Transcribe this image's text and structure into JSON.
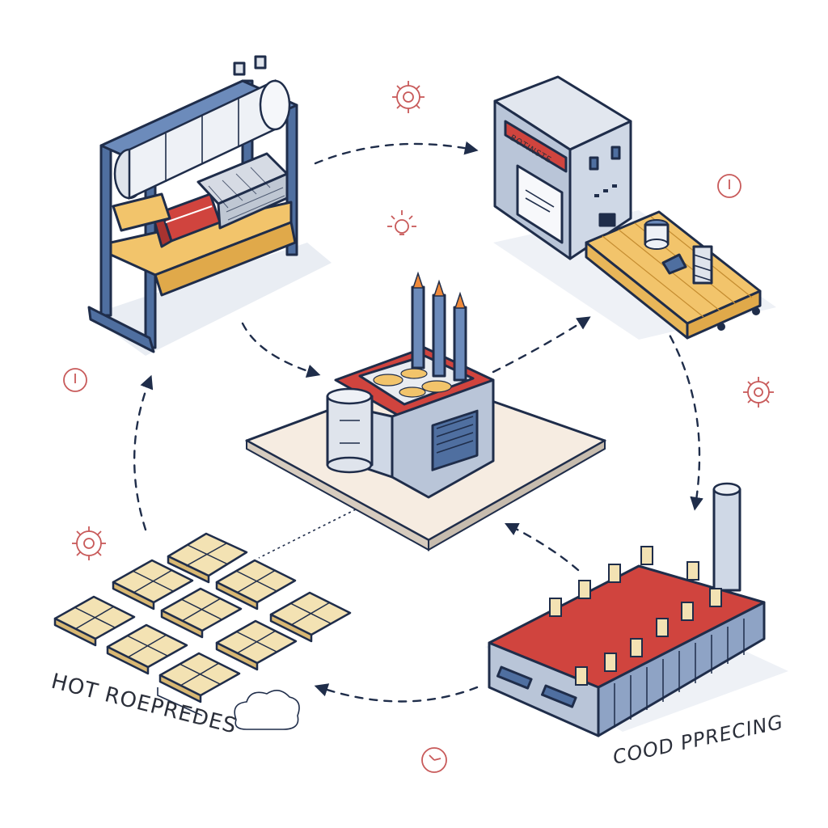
{
  "labels": {
    "bottom_left": "HOT ROEPREDES",
    "bottom_right": "COOD PPRECING",
    "factory_sign": "BOTINSTE"
  },
  "icons": [
    "warehouse-rack-icon",
    "factory-building-icon",
    "conveyor-table-icon",
    "central-furnace-icon",
    "processing-plant-icon",
    "tile-stack-icon",
    "gear-icon",
    "power-icon",
    "lightbulb-icon",
    "clock-icon",
    "cloud-icon"
  ],
  "colors": {
    "outline": "#1f2d4a",
    "accent_red": "#d0443e",
    "steel_blue": "#4f6fa0",
    "wood": "#f2c46b",
    "tile": "#f3e2b3",
    "deco_red": "#c85a5a"
  }
}
